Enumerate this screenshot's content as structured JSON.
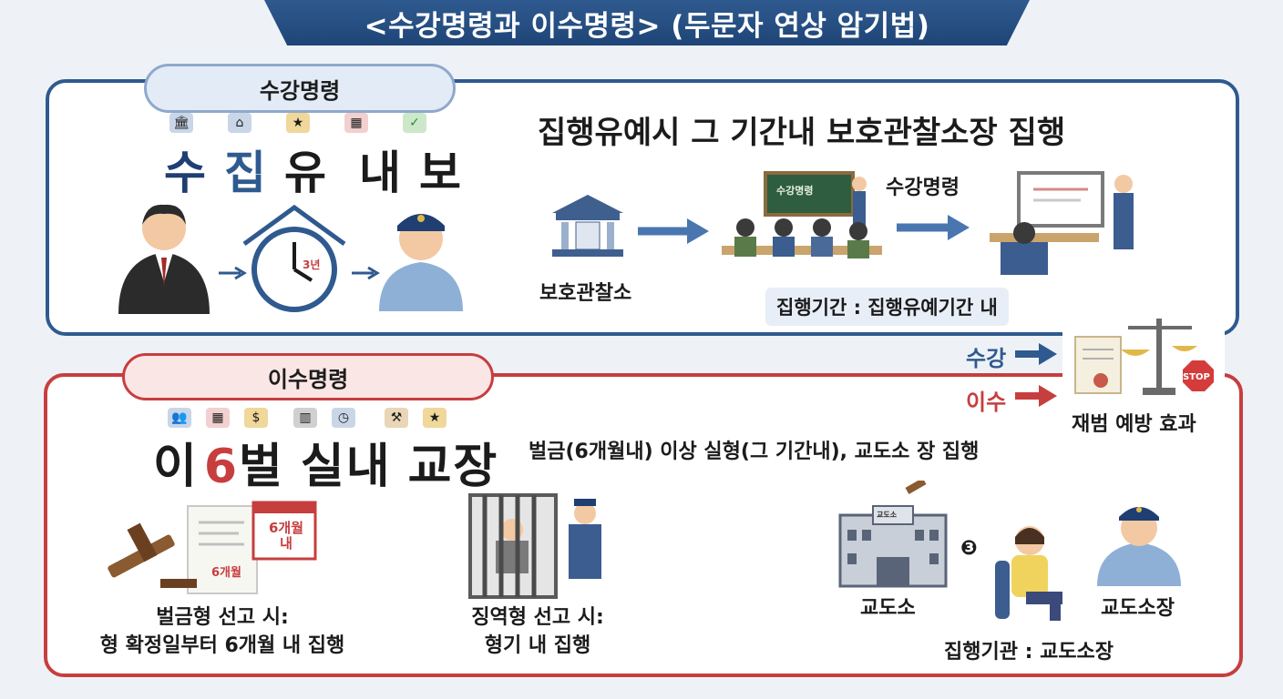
{
  "title": "<수강명령과 이수명령> (두문자 연상 암기법)",
  "top": {
    "pill": "수강명령",
    "mnemonic": [
      "수",
      "집",
      "유",
      "내",
      "보"
    ],
    "headline": "집행유예시 그 기간내 보호관찰소장 집행",
    "clock_label": "3년",
    "office_label": "보호관찰소",
    "board_text": "수강명령",
    "arrow_label": "수강명령",
    "period": "집행기간 : 집행유예기간 내"
  },
  "side": {
    "label_blue": "수강",
    "label_red": "이수",
    "stop_text": "STOP",
    "effect": "재범 예방 효과"
  },
  "bottom": {
    "pill": "이수명령",
    "mnemonic": [
      "이",
      "6",
      "벌",
      "실",
      "내",
      "교",
      "장"
    ],
    "headline": "벌금(6개월내) 이상 실형(그 기간내), 교도소 장 집행",
    "calendar_text": "6개월\n내",
    "paper_text": "6개월",
    "fine_caption": [
      "벌금형 선고 시:",
      "형 확정일부터 6개월 내 집행"
    ],
    "prison_caption": [
      "징역형 선고 시:",
      "형기 내 집행"
    ],
    "prison_label": "교도소",
    "prison_sign": "교도소",
    "warden_label": "교도소장",
    "step_mark": "❸",
    "exec_org": "집행기관 : 교도소장"
  },
  "colors": {
    "navy": "#1f4577",
    "blue": "#2f5a8f",
    "red": "#c73e3e"
  }
}
